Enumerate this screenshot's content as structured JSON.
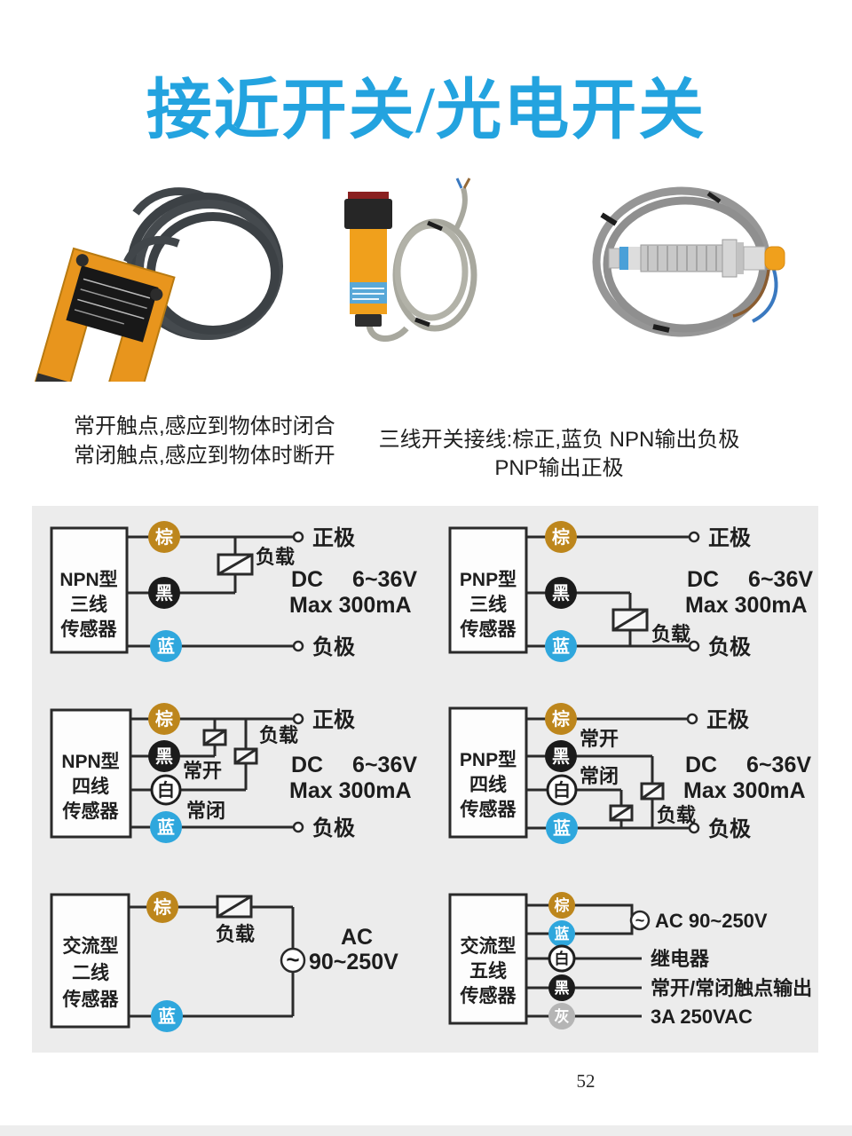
{
  "page": {
    "title": "接近开关/光电开关",
    "page_number": "52"
  },
  "colors": {
    "title_blue": "#23a3df",
    "brown_badge": "#bd861c",
    "black_badge": "#1b1b1b",
    "blue_badge": "#2fa7dd",
    "white_badge": "#ffffff",
    "gray_badge": "#b5b5b5",
    "panel_gray": "#ececec"
  },
  "notes": {
    "left_line1": "常开触点,感应到物体时闭合",
    "left_line2": "常闭触点,感应到物体时断开",
    "right_line1": "三线开关接线:棕正,蓝负 NPN输出负极",
    "right_line2": "PNP输出正极"
  },
  "diagrams": [
    {
      "sensor_lines": [
        "NPN型",
        "三线",
        "传感器"
      ],
      "badges": {
        "brown": "棕",
        "black": "黑",
        "blue": "蓝"
      },
      "load": "负载",
      "positive": "正极",
      "negative": "负极",
      "specs": [
        "DC 6~36V",
        "Max 300mA"
      ]
    },
    {
      "sensor_lines": [
        "PNP型",
        "三线",
        "传感器"
      ],
      "badges": {
        "brown": "棕",
        "black": "黑",
        "blue": "蓝"
      },
      "load": "负载",
      "positive": "正极",
      "negative": "负极",
      "specs": [
        "DC 6~36V",
        "Max 300mA"
      ]
    },
    {
      "sensor_lines": [
        "NPN型",
        "四线",
        "传感器"
      ],
      "badges": {
        "brown": "棕",
        "black": "黑",
        "white": "白",
        "blue": "蓝"
      },
      "no_label": "常开",
      "nc_label": "常闭",
      "load": "负载",
      "positive": "正极",
      "negative": "负极",
      "specs": [
        "DC 6~36V",
        "Max 300mA"
      ]
    },
    {
      "sensor_lines": [
        "PNP型",
        "四线",
        "传感器"
      ],
      "badges": {
        "brown": "棕",
        "black": "黑",
        "white": "白",
        "blue": "蓝"
      },
      "no_label": "常开",
      "nc_label": "常闭",
      "load": "负载",
      "positive": "正极",
      "negative": "负极",
      "specs": [
        "DC 6~36V",
        "Max 300mA"
      ]
    },
    {
      "sensor_lines": [
        "交流型",
        "二线",
        "传感器"
      ],
      "badges": {
        "brown": "棕",
        "blue": "蓝"
      },
      "load": "负载",
      "ac": {
        "symbol": "~",
        "line1": "AC",
        "line2": "90~250V"
      }
    },
    {
      "sensor_lines": [
        "交流型",
        "五线",
        "传感器"
      ],
      "badges": {
        "brown": "棕",
        "blue": "蓝",
        "white": "白",
        "black": "黑",
        "gray": "灰"
      },
      "ac_symbol": "~",
      "rows": [
        "AC 90~250V",
        "继电器",
        "常开/常闭触点输出",
        "3A 250VAC"
      ]
    }
  ]
}
